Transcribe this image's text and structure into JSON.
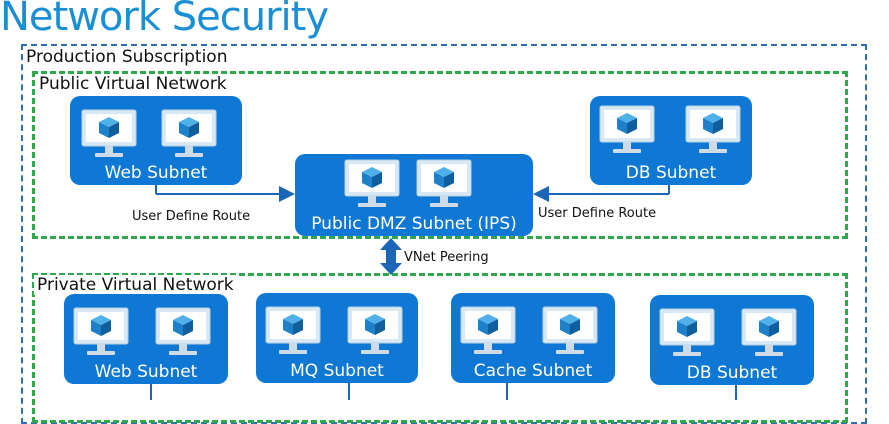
{
  "title": "Network Security",
  "subscription": {
    "label": "Production Subscription"
  },
  "public_vnet": {
    "label": "Public Virtual Network",
    "subnets": {
      "web": "Web Subnet",
      "db": "DB Subnet",
      "dmz": "Public DMZ Subnet (IPS)"
    },
    "route_left": "User Define Route",
    "route_right": "User Define Route"
  },
  "peering": {
    "label": "VNet Peering"
  },
  "private_vnet": {
    "label": "Private Virtual Network",
    "subnets": {
      "web": "Web Subnet",
      "mq": "MQ Subnet",
      "cache": "Cache Subnet",
      "db": "DB Subnet"
    }
  },
  "colors": {
    "subnet_fill": "#0f78d4",
    "vnet_border": "#2ea84a",
    "subscription_border": "#2f6fb0",
    "title": "#1b8fd6",
    "arrow": "#1a66b8"
  },
  "icons": [
    "monitor-cube-icon",
    "bidirectional-arrow-icon"
  ]
}
